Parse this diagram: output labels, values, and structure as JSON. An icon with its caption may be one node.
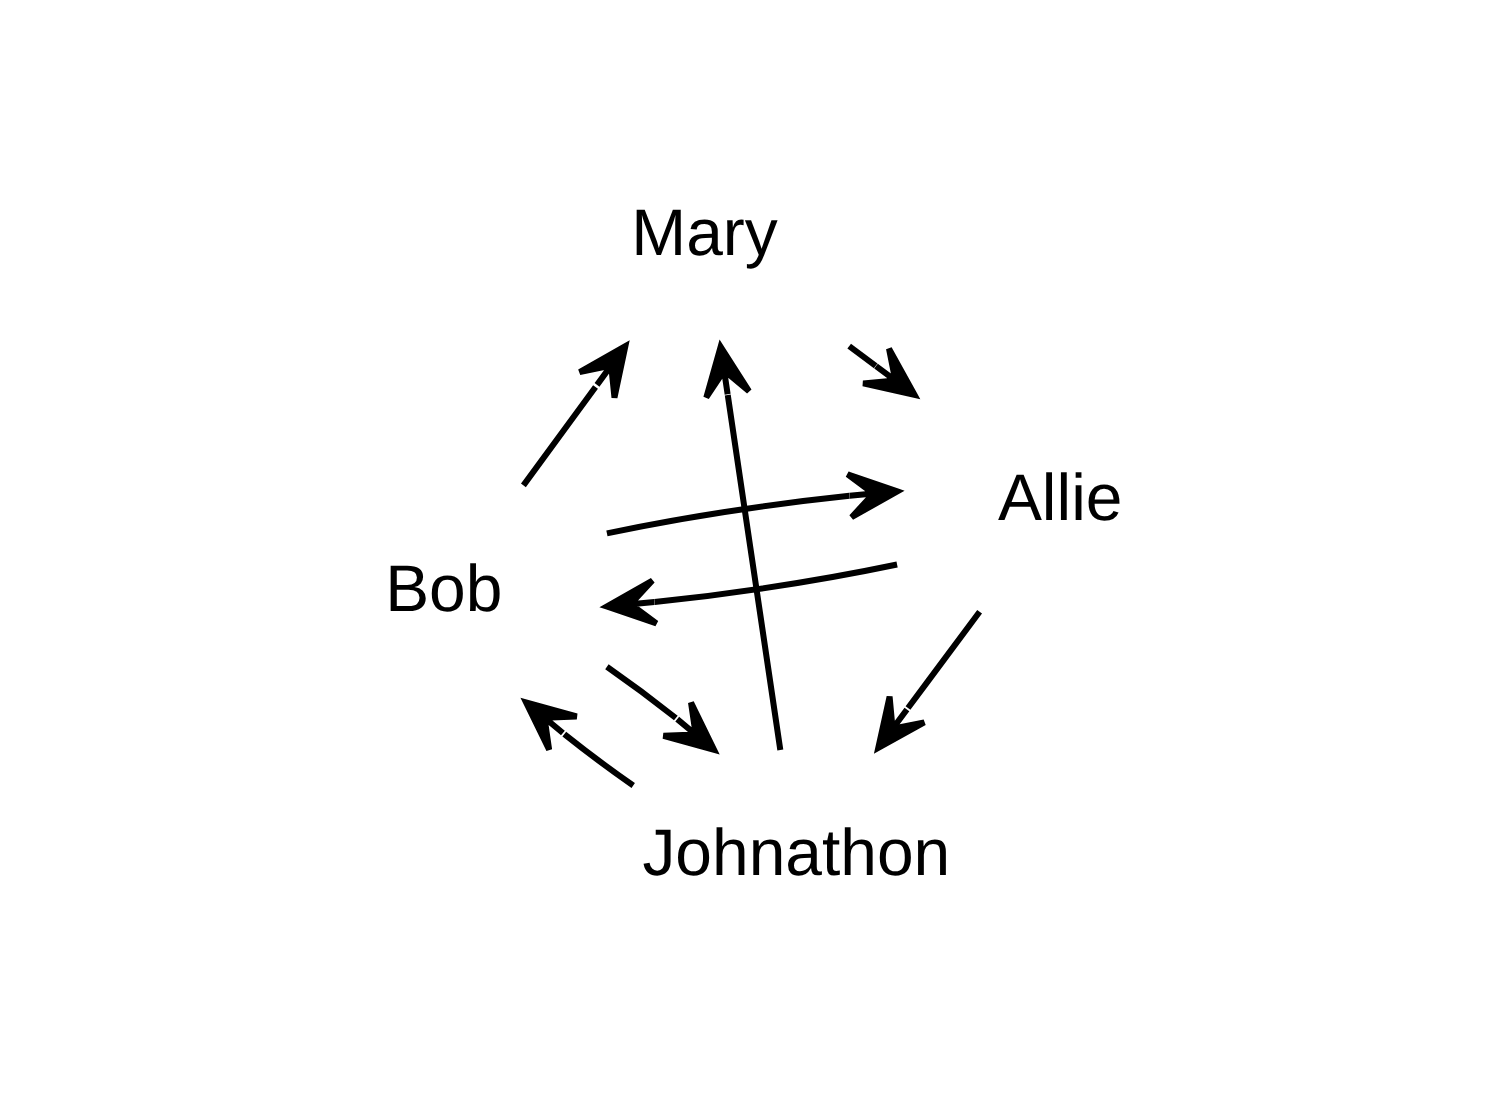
{
  "diagram": {
    "nodes": [
      {
        "text": [
          "Bob"
        ]
      },
      {
        "text": [
          "Allie"
        ]
      },
      {
        "text": [
          "Johnathon"
        ]
      },
      {
        "text": [
          "Mary"
        ]
      }
    ],
    "edges": [
      {
        "from": 0,
        "to": 1,
        "arrow": "to"
      },
      {
        "from": 1,
        "to": 0,
        "arrow": "to"
      },
      {
        "from": 0,
        "to": 2,
        "arrow": "to"
      },
      {
        "from": 2,
        "to": 0,
        "arrow": "to"
      },
      {
        "from": 0,
        "to": 3,
        "arrow": "to"
      },
      {
        "from": 1,
        "to": 2,
        "arrow": "to"
      },
      {
        "from": 2,
        "to": 3,
        "arrow": "to"
      },
      {
        "from": 3,
        "to": 1,
        "arrow": "to"
      }
    ]
  }
}
